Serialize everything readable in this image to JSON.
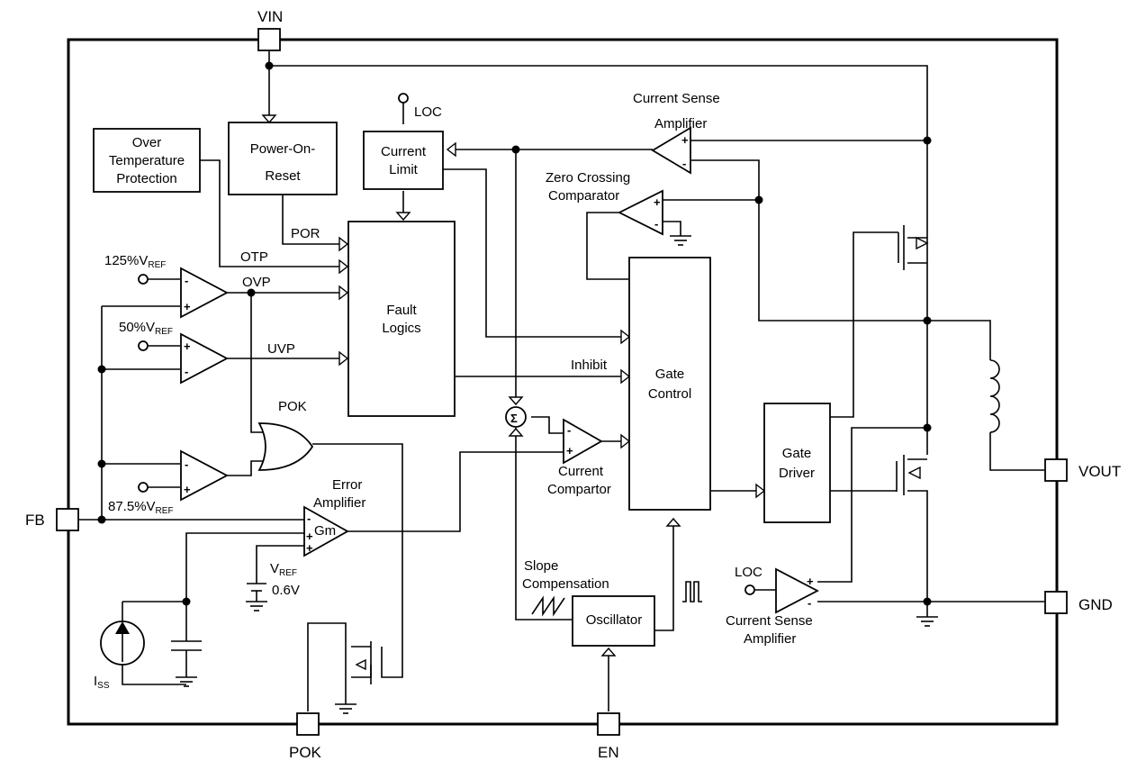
{
  "pins": {
    "vin": "VIN",
    "fb": "FB",
    "vout": "VOUT",
    "gnd": "GND",
    "pok": "POK",
    "en": "EN"
  },
  "blocks": {
    "over_temp": [
      "Over",
      "Temperature",
      "Protection"
    ],
    "power_on_reset": [
      "Power-On-",
      "Reset"
    ],
    "current_limit": [
      "Current",
      "Limit"
    ],
    "fault_logics": [
      "Fault",
      "Logics"
    ],
    "gate_control": [
      "Gate",
      "Control"
    ],
    "gate_driver": [
      "Gate",
      "Driver"
    ],
    "oscillator": "Oscillator"
  },
  "signals": {
    "loc_top": "LOC",
    "loc_bottom": "LOC",
    "por": "POR",
    "otp": "OTP",
    "ovp": "OVP",
    "uvp": "UVP",
    "pok": "POK",
    "inhibit": "Inhibit",
    "gm": "Gm"
  },
  "references": {
    "ovp_ref": {
      "value": "125%V",
      "sub": "REF"
    },
    "uvp_ref": {
      "value": "50%V",
      "sub": "REF"
    },
    "pok_ref": {
      "value": "87.5%V",
      "sub": "REF"
    },
    "ea_ref": {
      "value": "V",
      "sub": "REF",
      "voltage": "0.6V"
    },
    "iss": {
      "value": "I",
      "sub": "SS"
    }
  },
  "labels": {
    "current_sense_top": [
      "Current Sense",
      "Amplifier"
    ],
    "zero_crossing": [
      "Zero Crossing",
      "Comparator"
    ],
    "error_amp": [
      "Error",
      "Amplifier"
    ],
    "current_comparator": [
      "Current",
      "Compartor"
    ],
    "slope_comp": [
      "Slope",
      "Compensation"
    ],
    "current_sense_bottom": [
      "Current Sense",
      "Amplifier"
    ]
  },
  "symbols": {
    "plus": "+",
    "minus": "-",
    "sigma": "Σ"
  }
}
